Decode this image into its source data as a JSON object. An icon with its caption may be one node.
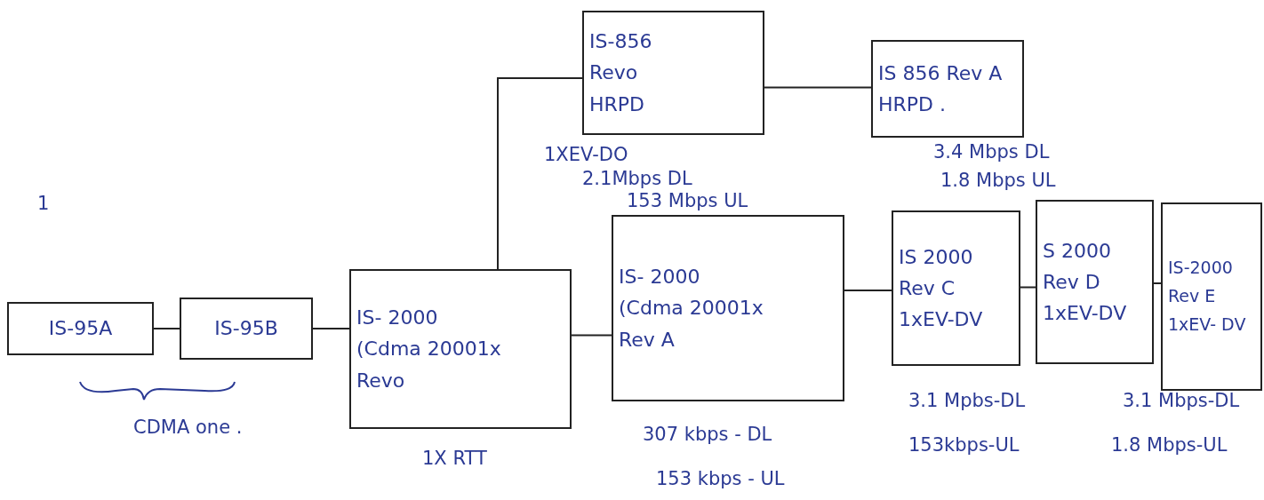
{
  "diagram": {
    "nodes": [
      {
        "text": [
          "IS-95A"
        ]
      },
      {
        "text": [
          "IS-95B"
        ]
      },
      {
        "text": [
          "IS- 2000",
          "(Cdma 20001x",
          "Revo"
        ],
        "beside": [
          "1X RTT"
        ]
      },
      {
        "text": [
          "IS-856",
          "Revo",
          "HRPD"
        ],
        "beside": [
          "1XEV-DO",
          "2.1Mbps DL",
          "153 Mbps UL"
        ]
      },
      {
        "text": [
          "IS 856 Rev A",
          "HRPD ."
        ],
        "beside": [
          "3.4 Mbps DL",
          "1.8 Mbps UL"
        ]
      },
      {
        "text": [
          "IS- 2000",
          "(Cdma 20001x",
          "Rev A"
        ],
        "beside": [
          "307 kbps - DL",
          "153 kbps - UL"
        ]
      },
      {
        "text": [
          "IS 2000",
          "Rev C",
          "1xEV-DV"
        ],
        "beside": [
          "3.1 Mpbs-DL",
          "153kbps-UL"
        ]
      },
      {
        "text": [
          "S 2000",
          "Rev D",
          "1xEV-DV"
        ]
      },
      {
        "text": [
          "IS-2000",
          "Rev E",
          "1xEV- DV"
        ],
        "beside": [
          "3.1 Mbps-DL",
          "1.8 Mbps-UL"
        ]
      }
    ],
    "edges": [
      {
        "from": 0,
        "to": 1,
        "arrow": "none"
      },
      {
        "from": 1,
        "to": 2,
        "arrow": "none"
      },
      {
        "from": 2,
        "to": 3,
        "arrow": "none"
      },
      {
        "from": 3,
        "to": 4,
        "arrow": "none"
      },
      {
        "from": 2,
        "to": 5,
        "arrow": "none"
      },
      {
        "from": 5,
        "to": 6,
        "arrow": "none"
      },
      {
        "from": 6,
        "to": 7,
        "arrow": "none"
      },
      {
        "from": 7,
        "to": 8,
        "arrow": "none"
      }
    ],
    "labels": [
      "1",
      "CDMA one ."
    ]
  }
}
